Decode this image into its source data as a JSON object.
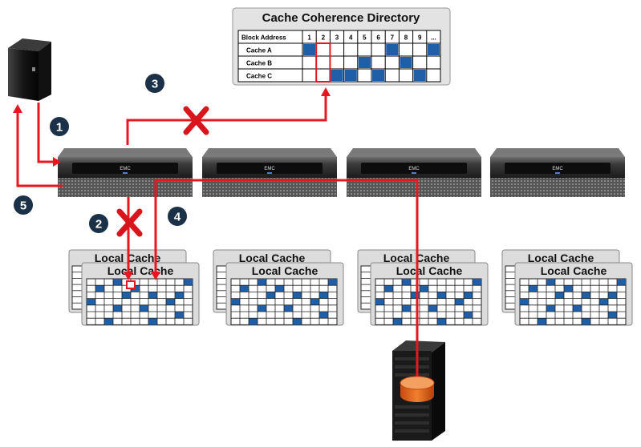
{
  "directory": {
    "title": "Cache Coherence Directory",
    "header_label": "Block Address",
    "columns": [
      "1",
      "2",
      "3",
      "4",
      "5",
      "6",
      "7",
      "8",
      "9",
      "..."
    ],
    "rows": [
      {
        "label": "Cache A",
        "filled": [
          1,
          7,
          10
        ]
      },
      {
        "label": "Cache B",
        "filled": [
          5,
          8
        ]
      },
      {
        "label": "Cache C",
        "filled": [
          3,
          4,
          6,
          9
        ]
      }
    ],
    "highlight_column": "2"
  },
  "steps": [
    "1",
    "2",
    "3",
    "4",
    "5"
  ],
  "engine_logo": "EMC",
  "local_cache_label": "Local Cache",
  "local_cache_groups": 4,
  "colors": {
    "accent_red": "#e8171f",
    "cell_blue": "#1f5fa8",
    "step_badge": "#1b3147",
    "engine_dark": "#2a2a2a"
  },
  "icons": [
    "host-server-icon",
    "storage-array-icon",
    "disk-cylinder-icon",
    "blocked-x-icon"
  ]
}
